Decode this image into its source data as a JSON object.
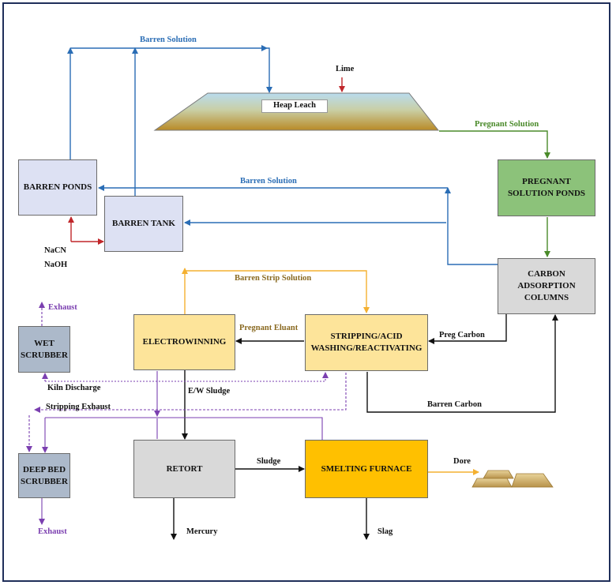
{
  "boxes": {
    "heap_leach": "Heap Leach",
    "barren_ponds": "BARREN PONDS",
    "barren_tank": "BARREN TANK",
    "pregnant_ponds": "PREGNANT SOLUTION PONDS",
    "carbon_columns": "CARBON ADSORPTION COLUMNS",
    "electrowinning": "ELECTROWINNING",
    "stripping": "STRIPPING/ACID WASHING/REACTIVATING",
    "wet_scrubber": "WET SCRUBBER",
    "deep_bed_scrubber": "DEEP BED SCRUBBER",
    "retort": "RETORT",
    "smelting_furnace": "SMELTING FURNACE"
  },
  "labels": {
    "barren_solution_top": "Barren Solution",
    "lime": "Lime",
    "pregnant_solution": "Pregnant Solution",
    "barren_solution_mid": "Barren Solution",
    "nacn": "NaCN",
    "naoh": "NaOH",
    "barren_strip_solution": "Barren Strip Solution",
    "exhaust_top": "Exhaust",
    "pregnant_eluant": "Pregnant Eluant",
    "preg_carbon": "Preg Carbon",
    "kiln_discharge": "Kiln Discharge",
    "ew_sludge": "E/W Sludge",
    "stripping_exhaust": "Stripping Exhaust",
    "barren_carbon": "Barren Carbon",
    "sludge": "Sludge",
    "dore": "Dore",
    "exhaust_bottom": "Exhaust",
    "mercury": "Mercury",
    "slag": "Slag"
  },
  "colors": {
    "blue_flow": "#2a6db5",
    "green_flow": "#4a8a2a",
    "orange_flow": "#f4b030",
    "purple_flow": "#7b3fb0",
    "red_flow": "#c0262a",
    "black_flow": "#111111",
    "box_lavender": "#dde1f3",
    "box_green": "#8cc27a",
    "box_gray": "#d9d9d9",
    "box_yellow": "#fde49a",
    "box_orange": "#ffc000",
    "box_slate": "#acb9ca"
  }
}
